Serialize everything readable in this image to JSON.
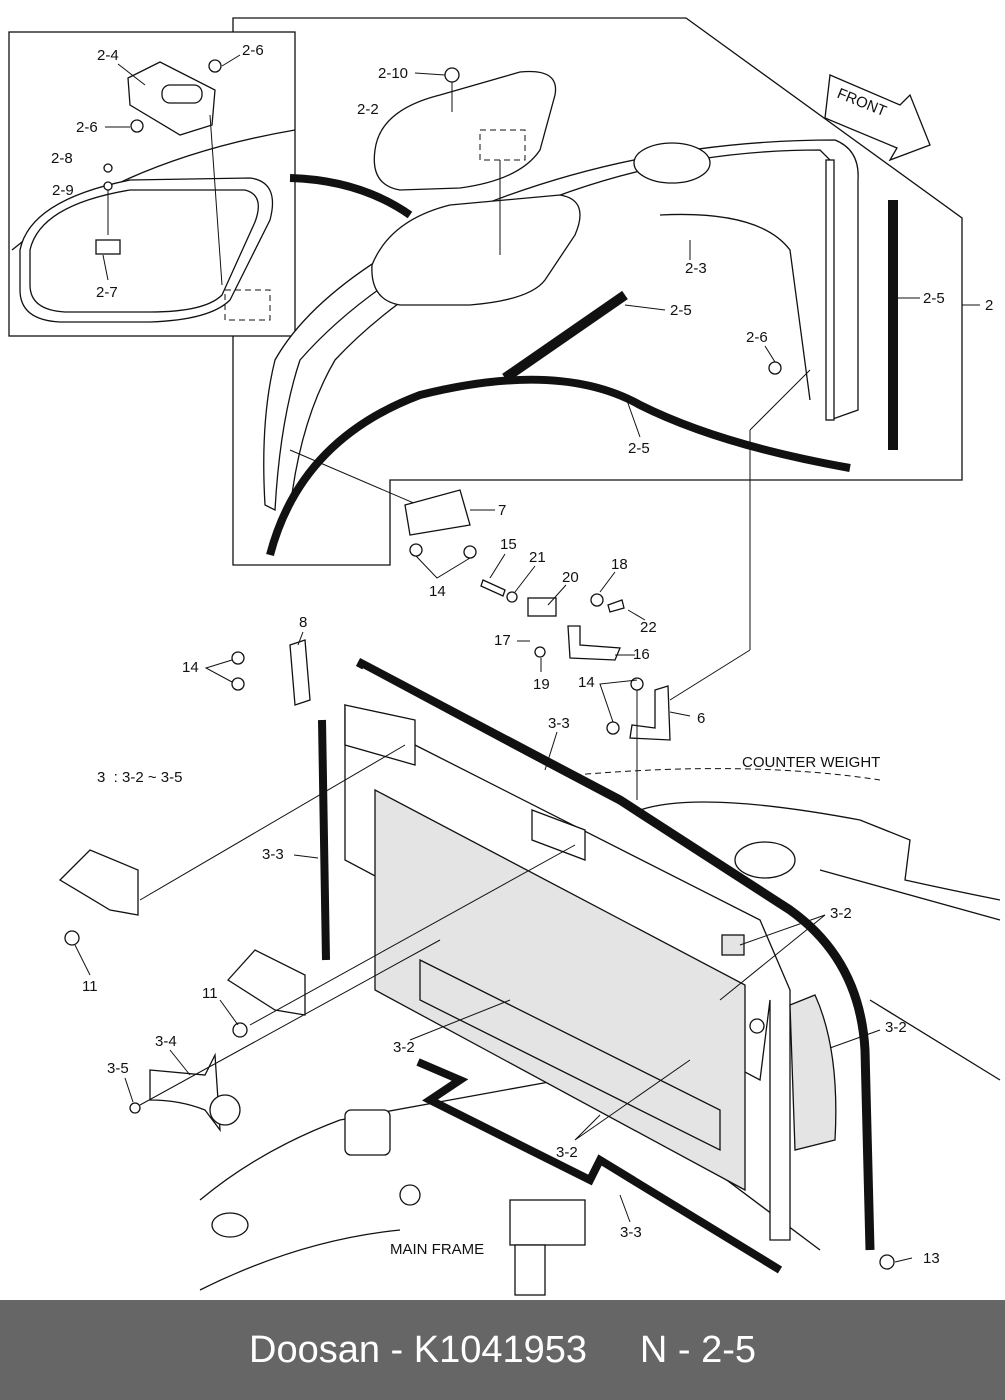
{
  "diagram": {
    "callouts": [
      "2-4",
      "2-6",
      "2-6",
      "2-8",
      "2-9",
      "2-7",
      "2-10",
      "2-2",
      "2-3",
      "2-5",
      "2-5",
      "2",
      "2-6",
      "2-5",
      "7",
      "15",
      "21",
      "20",
      "18",
      "22",
      "17",
      "16",
      "19",
      "14",
      "8",
      "14",
      "14",
      "6",
      "3-3",
      "3-3",
      "3-2",
      "3-2",
      "11",
      "11",
      "3-4",
      "3-5",
      "3-2",
      "3-2",
      "3-3",
      "13"
    ],
    "front_label": "FRONT",
    "counter_weight_label": "COUNTER WEIGHT",
    "main_frame_label": "MAIN FRAME",
    "assembly_note": "3  : 3-2 ~ 3-5"
  },
  "footer": {
    "brand": "Doosan",
    "separator": " - ",
    "part_number": "K1041953",
    "gap": "     ",
    "page_ref": "N - 2-5"
  }
}
